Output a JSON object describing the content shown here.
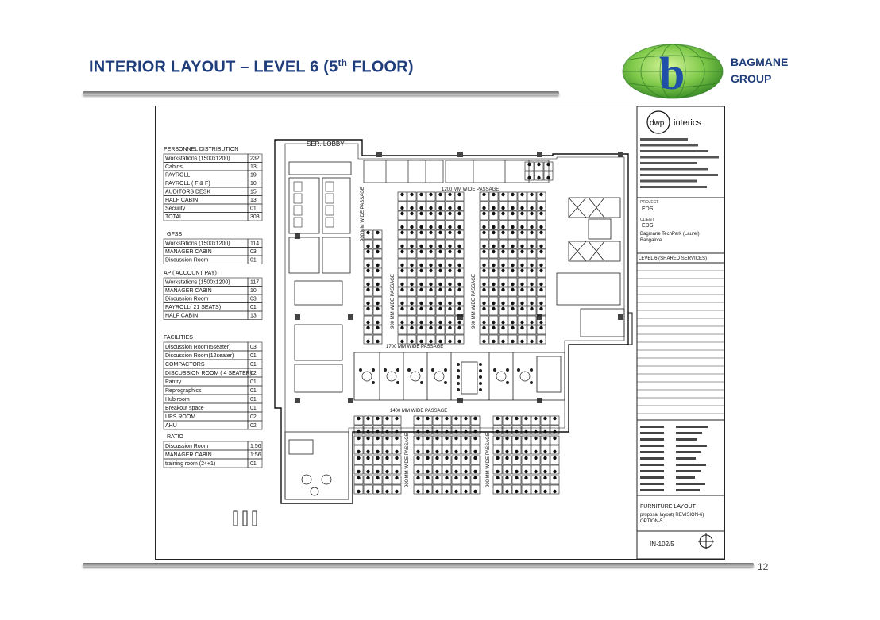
{
  "slide": {
    "title_main": "INTERIOR LAYOUT – LEVEL 6 (5",
    "title_sup": "th",
    "title_end": " FLOOR)",
    "brand_line1": "BAGMANE",
    "brand_line2": "GROUP",
    "logo_letter": "b",
    "page_number": "12"
  },
  "plan": {
    "ser_lobby": "SER. LOBBY",
    "passages": {
      "top": "1200 MM WIDE PASSAGE",
      "mid": "1700 MM WIDE PASSAGE",
      "lower": "1400 MM WIDE PASSAGE",
      "vertical": "900 MM WIDE PASSAGE"
    }
  },
  "personnel": {
    "heading": "PERSONNEL DISTRIBUTION",
    "rows": [
      {
        "label": "Workstations (1500x1200)",
        "value": "232"
      },
      {
        "label": "Cabins",
        "value": "13"
      },
      {
        "label": "PAYROLL",
        "value": "19"
      },
      {
        "label": "PAYROLL ( F & F)",
        "value": "10"
      },
      {
        "label": "AUDITORS DESK",
        "value": "15"
      },
      {
        "label": "HALF CABIN",
        "value": "13"
      },
      {
        "label": "Security",
        "value": "01"
      },
      {
        "label": "TOTAL",
        "value": "303"
      }
    ]
  },
  "gfss": {
    "heading": "GFSS",
    "rows": [
      {
        "label": "Workstations (1500x1200)",
        "value": "114"
      },
      {
        "label": "MANAGER CABIN",
        "value": "03"
      },
      {
        "label": "Discussion Room",
        "value": "01"
      }
    ]
  },
  "ap": {
    "heading": "AP ( ACCOUNT PAY)",
    "rows": [
      {
        "label": "Workstations (1500x1200)",
        "value": "117"
      },
      {
        "label": "MANAGER CABIN",
        "value": "10"
      },
      {
        "label": "Discussion Room",
        "value": "03"
      },
      {
        "label": "PAYROLL( 21 SEATS)",
        "value": "01"
      },
      {
        "label": "HALF CABIN",
        "value": "13"
      }
    ]
  },
  "facilities": {
    "heading": "FACILITIES",
    "rows": [
      {
        "label": "Discussion Room(5seater)",
        "value": "03"
      },
      {
        "label": "Discussion Room(12seater)",
        "value": "01"
      },
      {
        "label": "COMPACTORS",
        "value": "01"
      },
      {
        "label": "DISCUSSION ROOM ( 4 SEATER)",
        "value": "02"
      },
      {
        "label": "Pantry",
        "value": "01"
      },
      {
        "label": "Reprographics",
        "value": "01"
      },
      {
        "label": "Hub room",
        "value": "01"
      },
      {
        "label": "Breakout space",
        "value": "01"
      },
      {
        "label": "UPS ROOM",
        "value": "02"
      },
      {
        "label": "AHU",
        "value": "02"
      }
    ]
  },
  "ratio": {
    "heading": "RATIO",
    "rows": [
      {
        "label": "Discussion Room",
        "value": "1:56"
      },
      {
        "label": "MANAGER CABIN",
        "value": "1:56"
      },
      {
        "label": "training room (24+1)",
        "value": "01"
      }
    ]
  },
  "title_block": {
    "firm_short": "dwp",
    "firm_name": "interics",
    "project_label": "PROJECT",
    "project": "EDS",
    "client_label": "CLIENT",
    "client": "EDS",
    "site_line1": "Bagmane TechPark (Laurel)",
    "site_line2": "Bangalore",
    "level": "LEVEL 6 (SHARED SERVICES)",
    "sheet_title": "FURNITURE LAYOUT",
    "sheet_sub1": "proposal layout( REVISION-6)",
    "sheet_sub2": "OPTION-5",
    "drawing_no": "IN-102/5"
  }
}
